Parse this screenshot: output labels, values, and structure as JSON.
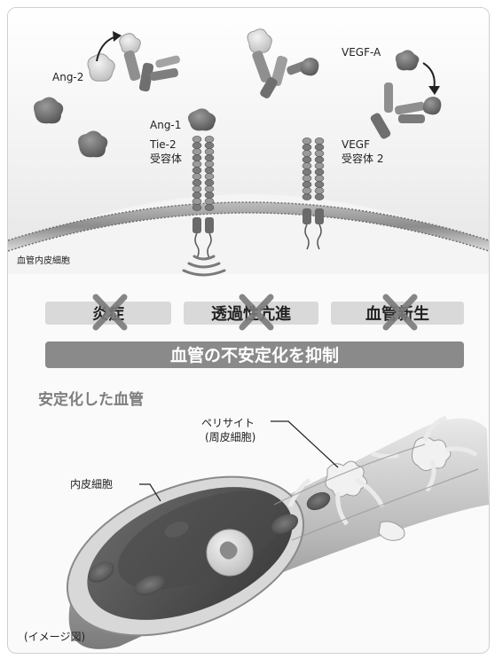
{
  "labels": {
    "ang2": "Ang-2",
    "vegfa": "VEGF-A",
    "ang1": "Ang-1",
    "tie2_line1": "Tie-2",
    "tie2_line2": "受容体",
    "vegfr_line1": "VEGF",
    "vegfr_line2": "受容体 2",
    "endothelial_cell_membrane": "血管内皮細胞",
    "stabilized_vessel": "安定化した血管",
    "pericyte_line1": "ペリサイト",
    "pericyte_line2": "(周皮細胞)",
    "endothelial_cell": "内皮細胞",
    "image_note": "(イメージ図)"
  },
  "effects": [
    {
      "label": "炎症"
    },
    {
      "label": "透過性亢進"
    },
    {
      "label": "血管新生"
    }
  ],
  "banner": {
    "label": "血管の不安定化を抑制"
  },
  "colors": {
    "effect_box": "#d9d9d9",
    "banner_bg": "#8a8a8a",
    "banner_text": "#ffffff",
    "cross": "#7a7a7a",
    "heading": "#7d7d7d",
    "text": "#222222"
  }
}
